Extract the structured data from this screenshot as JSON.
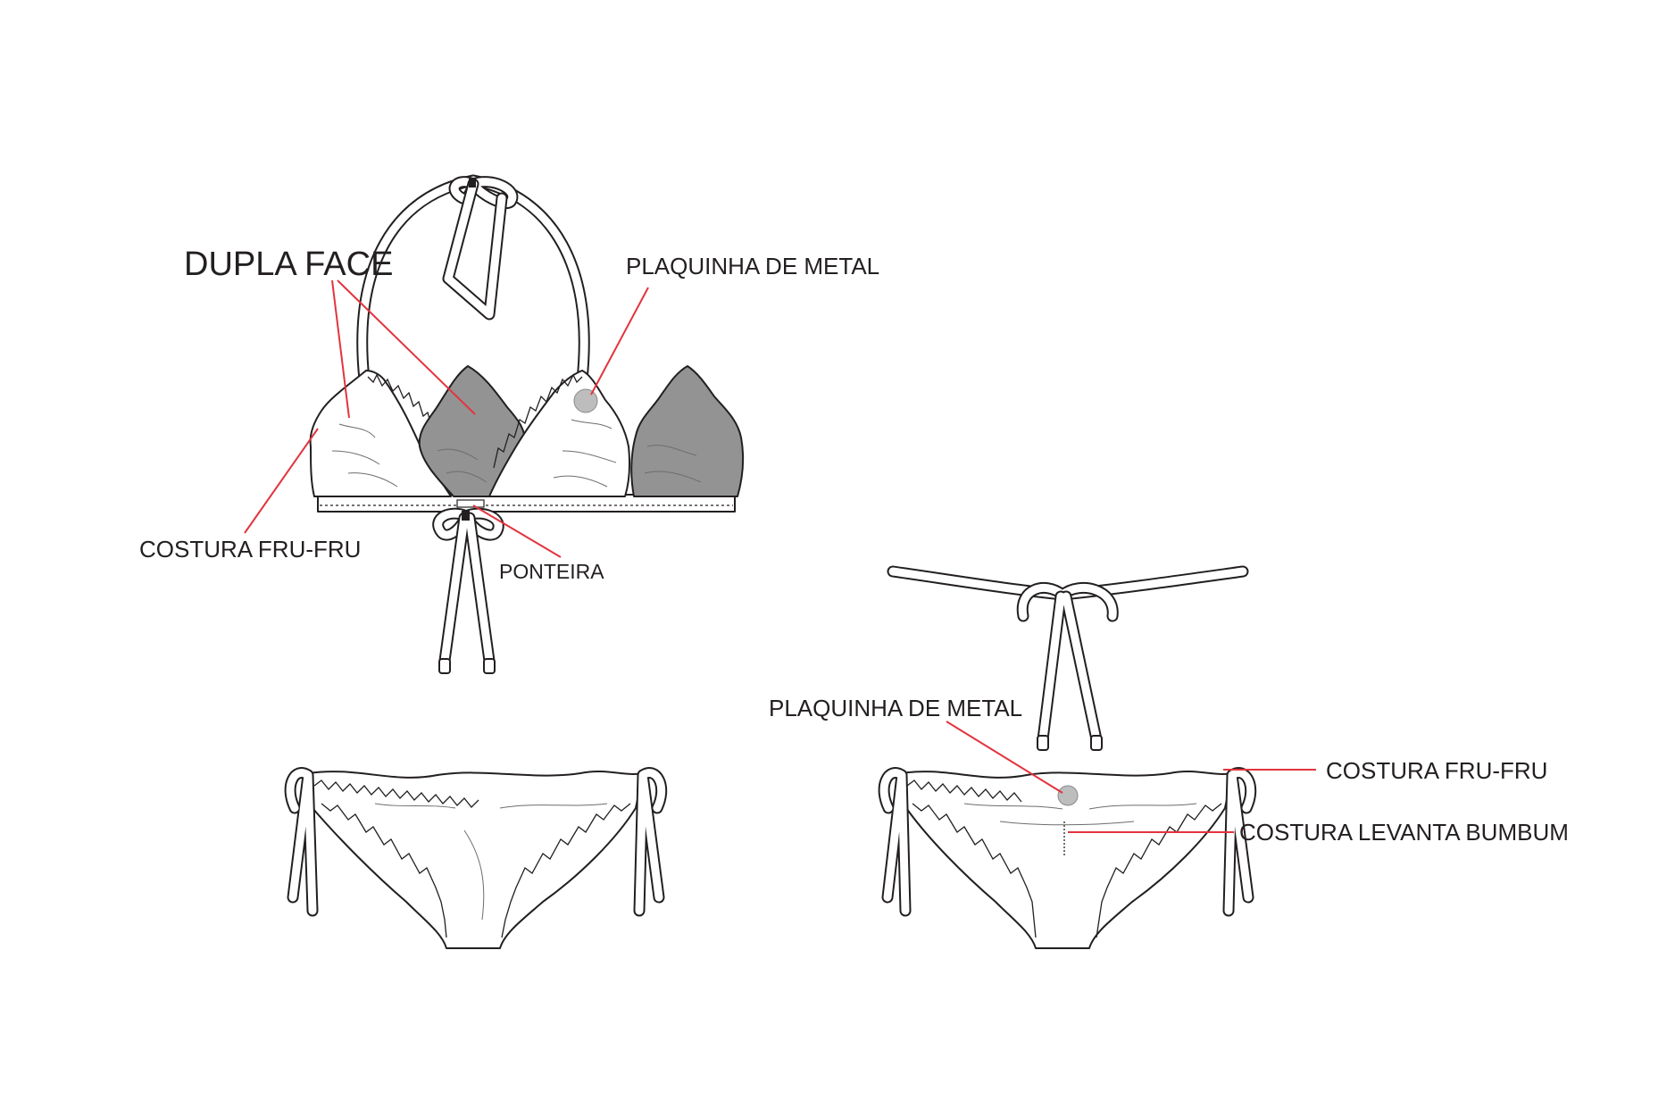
{
  "labels": {
    "dupla_face": "DUPLA FACE",
    "plaquinha_top": "PLAQUINHA DE METAL",
    "costura_frufru_top": "COSTURA FRU-FRU",
    "ponteira": "PONTEIRA",
    "plaquinha_bottom": "PLAQUINHA DE METAL",
    "costura_frufru_bottom": "COSTURA FRU-FRU",
    "costura_levanta": "COSTURA LEVANTA BUMBUM"
  },
  "colors": {
    "leader_line": "#e2343e",
    "outline": "#231f20",
    "reverse_fabric": "#939393",
    "metal_plate": "#bdbdbd"
  }
}
